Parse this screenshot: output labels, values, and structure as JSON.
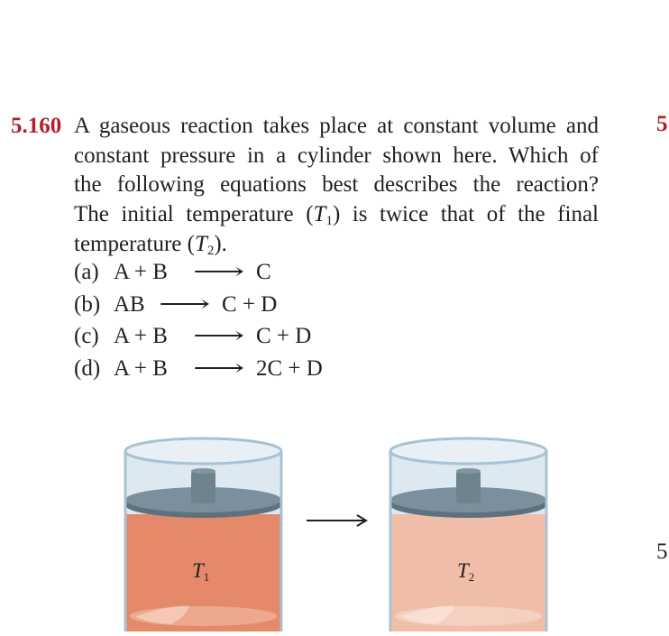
{
  "problem": {
    "number": "5.160",
    "lines": [
      "A gaseous reaction takes place at constant volume and",
      "constant pressure in a cylinder shown here. Which of",
      "the following equations best describes the reaction?",
      "The initial temperature (",
      "temperature ("
    ],
    "line4_var": "T",
    "line4_sub": "1",
    "line4_tail": ") is twice that of the final",
    "line5_var": "T",
    "line5_sub": "2",
    "line5_tail": ").",
    "choices": [
      {
        "label": "(a)",
        "reactants": "A + B",
        "arrow": "⟶",
        "products": "C"
      },
      {
        "label": "(b)",
        "reactants": "AB",
        "arrow": "⟶",
        "products": "C + D"
      },
      {
        "label": "(c)",
        "reactants": "A + B",
        "arrow": "⟶",
        "products": "C + D"
      },
      {
        "label": "(d)",
        "reactants": "A + B",
        "arrow": "⟶",
        "products": "2C + D"
      }
    ]
  },
  "edge": {
    "next_problem_number_partial": "5",
    "lower_number_partial": "5"
  },
  "figure": {
    "cylinder1": {
      "var": "T",
      "sub": "1",
      "gas_color": "#e48a6a"
    },
    "cylinder2": {
      "var": "T",
      "sub": "2",
      "gas_color": "#f0bea8"
    },
    "arrow": "⟶",
    "colors": {
      "glass": "#dde8f0",
      "glass_edge": "#a9c2d3",
      "piston_top": "#7b8f9c",
      "piston_side": "#5f717d",
      "rod": "#6f838f",
      "accent_red": "#b41f2e"
    }
  }
}
